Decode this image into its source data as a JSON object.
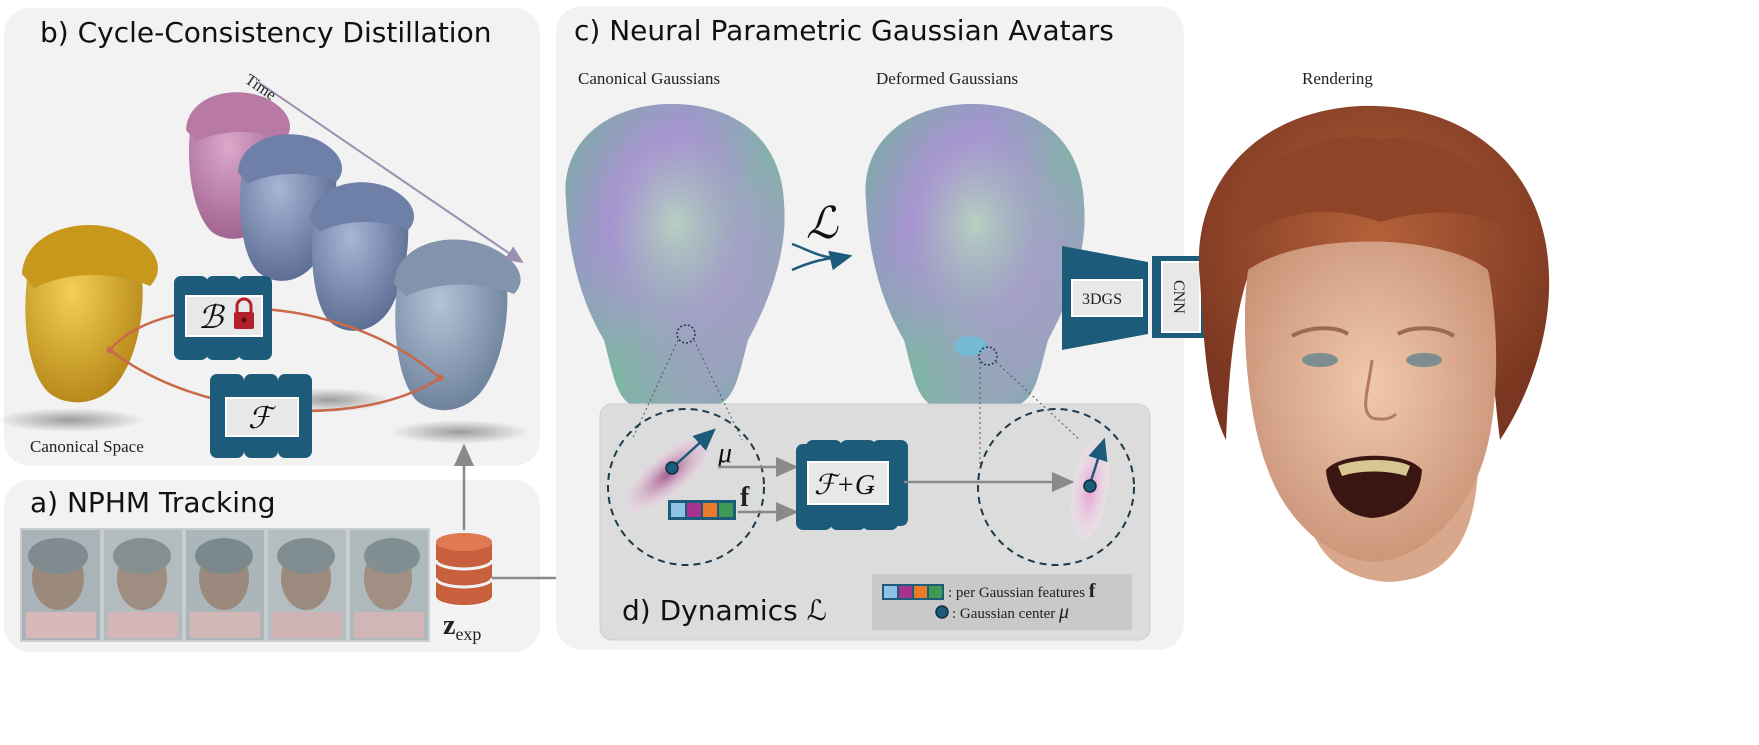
{
  "panels": {
    "b": {
      "title": "b) Cycle-Consistency Distillation",
      "canonical_label": "Canonical Space",
      "time_label": "Time",
      "net_B": "ℬ",
      "net_F": "ℱ"
    },
    "a": {
      "title": "a) NPHM Tracking",
      "latent_main": "z",
      "latent_sub": "exp"
    },
    "c": {
      "title": "c) Neural Parametric Gaussian Avatars",
      "canonical_label": "Canonical Gaussians",
      "deformed_label": "Deformed Gaussians",
      "deform_symbol": "ℒ",
      "renderer_3dgs": "3DGS",
      "renderer_cnn": "CNN"
    },
    "d": {
      "title": "d) Dynamics ℒ",
      "mu": "μ",
      "f": "f",
      "net_FG": "ℱ+Ǥ",
      "legend_features": ": per Gaussian features",
      "legend_features_sym": "f",
      "legend_center": ": Gaussian center",
      "legend_center_sym": "μ"
    },
    "rendering": {
      "label": "Rendering"
    }
  },
  "colors": {
    "panel_bg": "#f2f2f2",
    "dynamics_bg": "#dcdcdc",
    "net_blue": "#1d5b7a",
    "cycle_orange": "#c8694a",
    "db_orange": "#c9603d",
    "canonical_yellow": "#d9ae2c",
    "head_blue": "#7d8fb4",
    "head_pink": "#c488b0",
    "hair": "#9a4a2c",
    "skin": "#e2b79a"
  },
  "feature_colors": [
    "#8fc3e6",
    "#a8338f",
    "#e87a2a",
    "#3e9a55"
  ]
}
